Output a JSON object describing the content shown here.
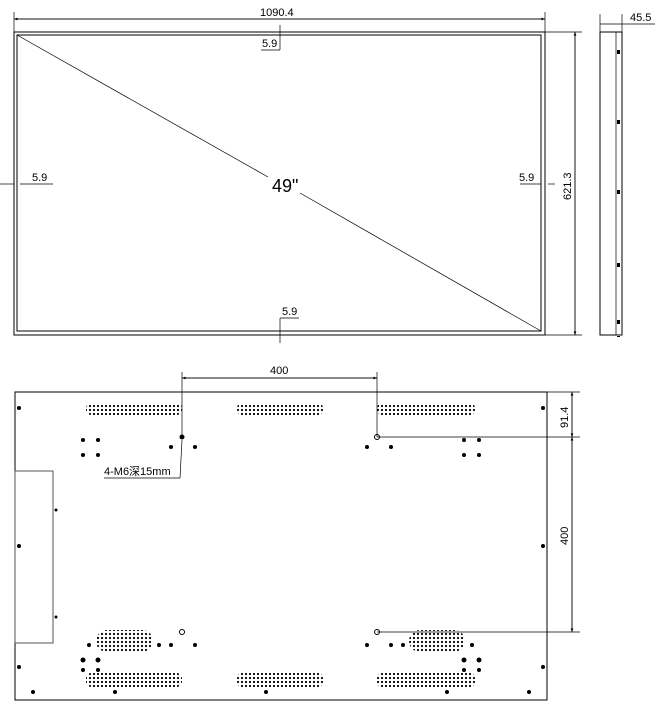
{
  "front_view": {
    "width_dim": "1090.4",
    "height_dim": "621.3",
    "bezel_top": "5.9",
    "bezel_bottom": "5.9",
    "bezel_left": "5.9",
    "bezel_right": "5.9",
    "size_label": "49\""
  },
  "side_view": {
    "depth_dim": "45.5"
  },
  "back_view": {
    "vesa_horizontal_dim": "400",
    "vesa_vertical_dim": "400",
    "top_offset_dim": "91.4",
    "mount_hole_note": "4-M6深15mm"
  },
  "colors": {
    "line": "#000000",
    "background": "#ffffff"
  }
}
